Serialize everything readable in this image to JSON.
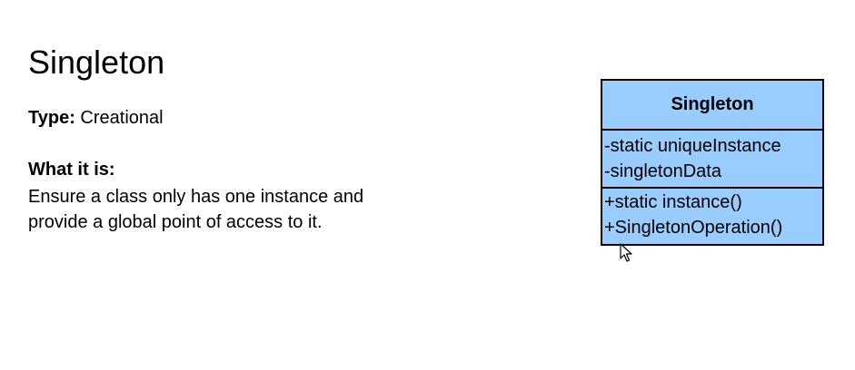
{
  "slide": {
    "title": "Singleton",
    "type_label": "Type:",
    "type_value": " Creational",
    "what_heading": "What it is:",
    "description_lines": [
      "Ensure a class only has one instance and",
      "provide a global point of access to it."
    ]
  },
  "uml": {
    "class_name": "Singleton",
    "attributes": [
      "-static uniqueInstance",
      "-singletonData"
    ],
    "operations": [
      "+static instance()",
      "+SingletonOperation()"
    ],
    "fill_color": "#99ccff",
    "border_color": "#000000"
  },
  "cursor": {
    "icon": "arrow-cursor-icon"
  }
}
